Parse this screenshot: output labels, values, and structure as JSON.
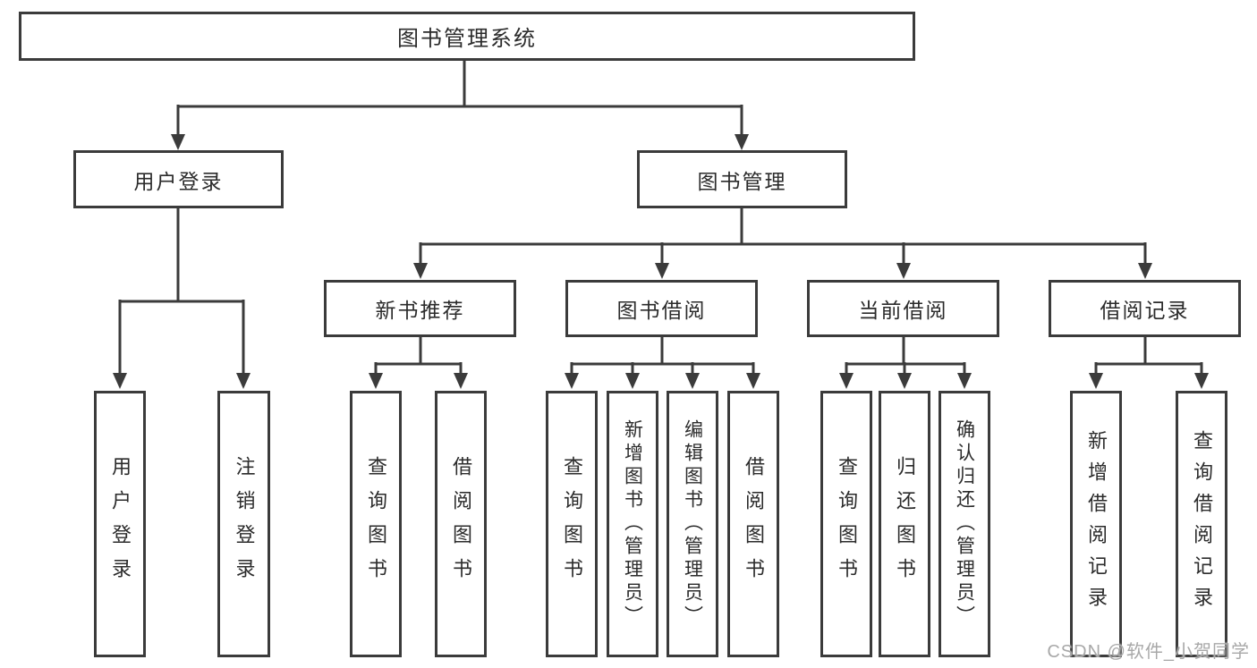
{
  "diagram": {
    "root_label": "图书管理系统",
    "branches": [
      {
        "label": "用户登录",
        "leaves": [
          "用户登录",
          "注销登录"
        ]
      },
      {
        "label": "图书管理",
        "subbranches": [
          {
            "label": "新书推荐",
            "leaves": [
              "查询图书",
              "借阅图书"
            ]
          },
          {
            "label": "图书借阅",
            "leaves": [
              "查询图书",
              "新增图书（管理员）",
              "编辑图书（管理员）",
              "借阅图书"
            ]
          },
          {
            "label": "当前借阅",
            "leaves": [
              "查询图书",
              "归还图书",
              "确认归还（管理员）"
            ]
          },
          {
            "label": "借阅记录",
            "leaves": [
              "新增借阅记录",
              "查询借阅记录"
            ]
          }
        ]
      }
    ]
  },
  "colors": {
    "line": "#3b3b3b",
    "text": "#2b2b2b",
    "watermark": "#a8a8a8",
    "background": "#ffffff"
  },
  "watermark": {
    "text": "CSDN @软件_小贺同学"
  }
}
